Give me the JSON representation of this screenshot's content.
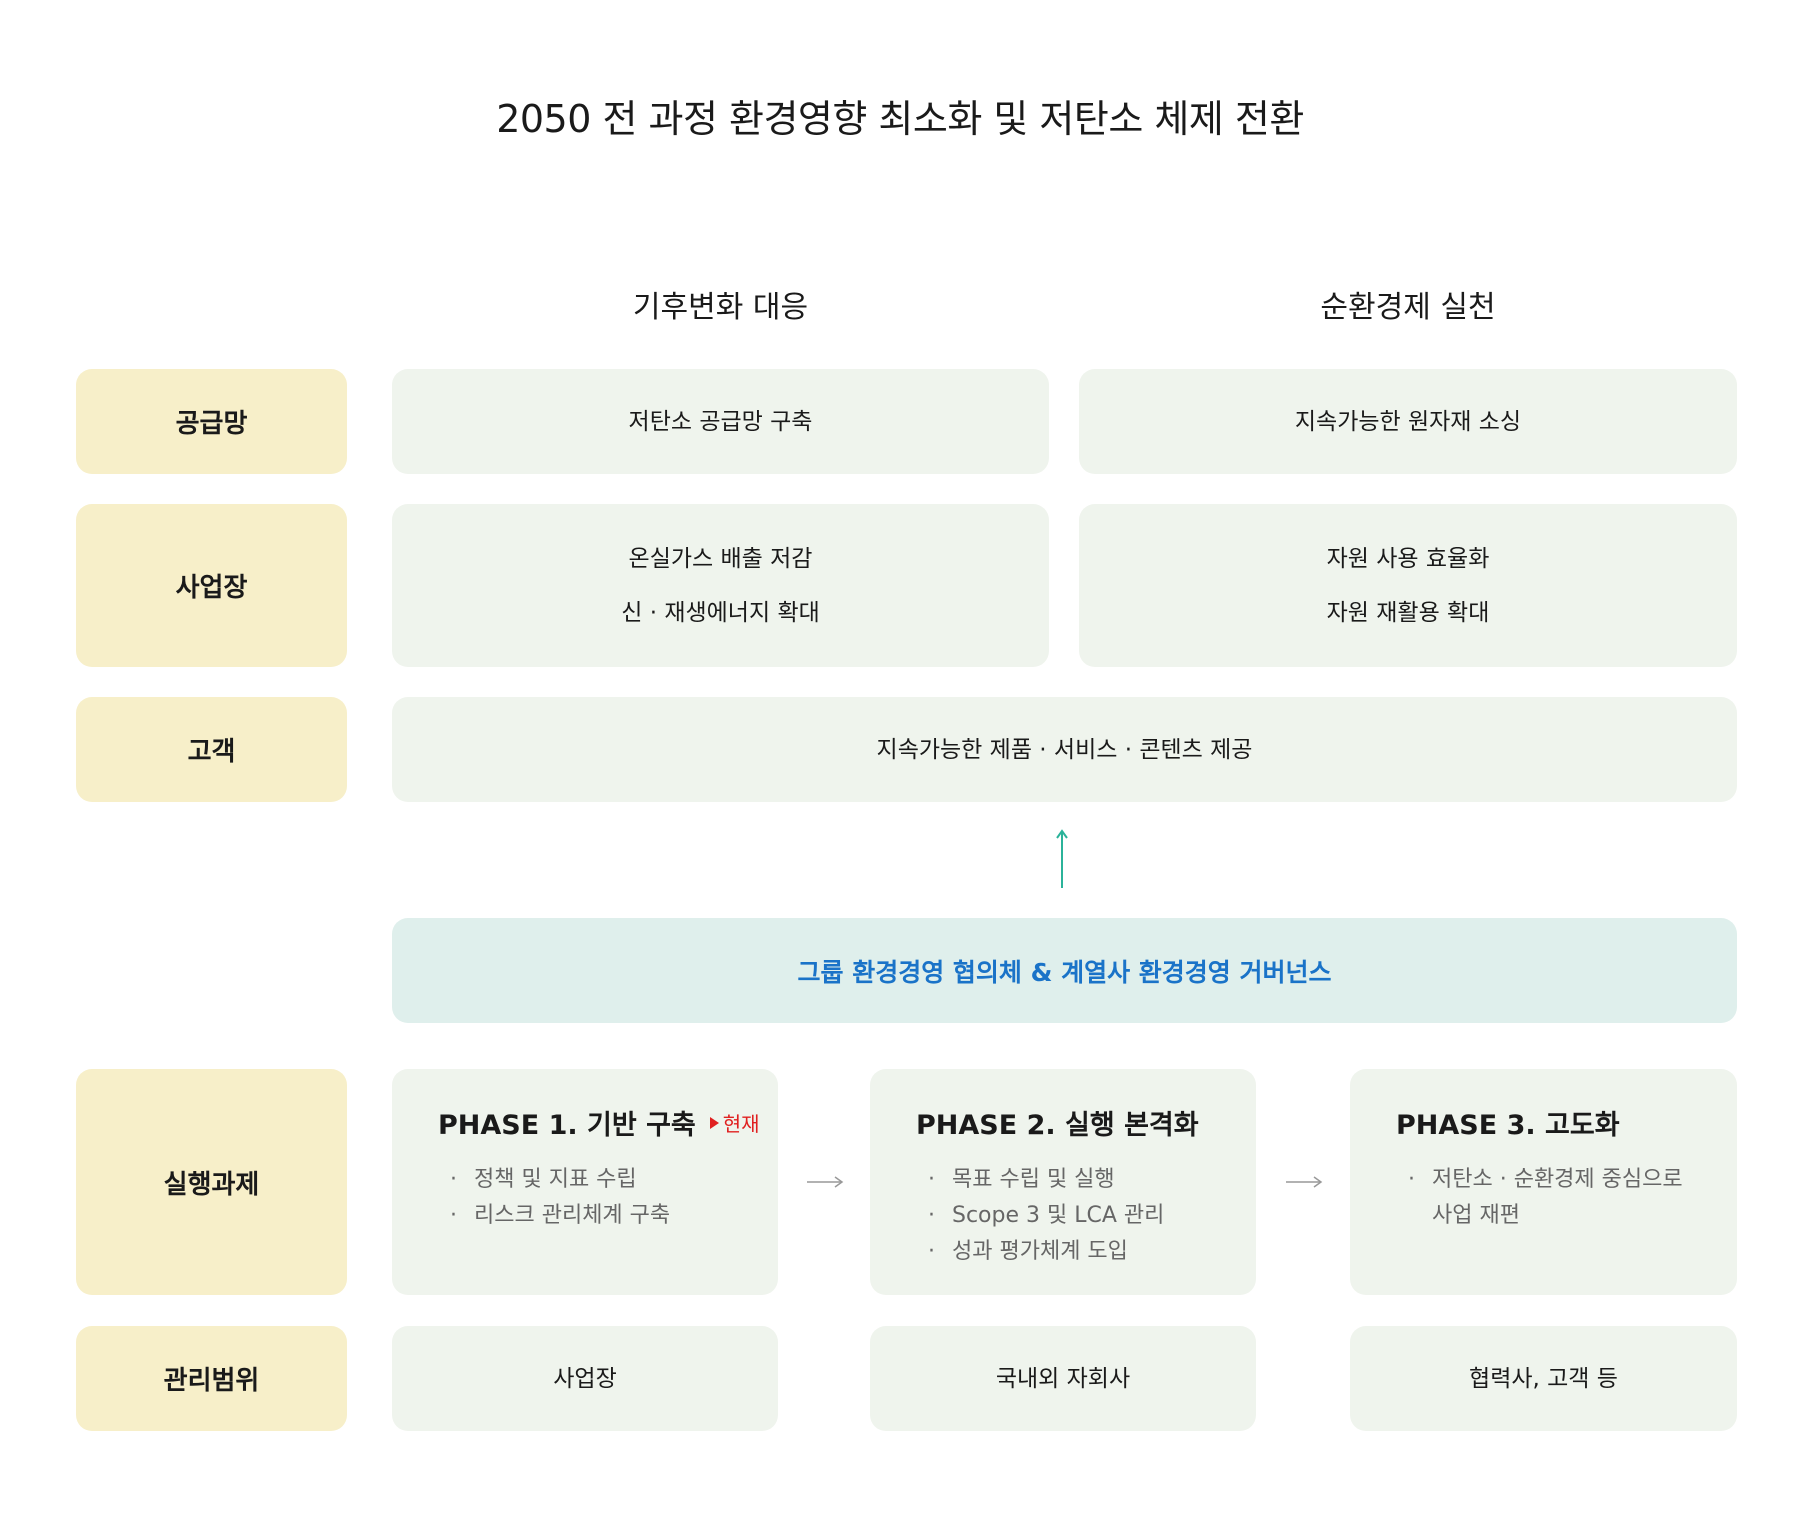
{
  "title": "2050 전 과정 환경영향 최소화 및 저탄소 체제 전환",
  "columns": {
    "left": "기후변화 대응",
    "right": "순환경제 실천"
  },
  "rows": {
    "supply": {
      "label": "공급망",
      "left": "저탄소 공급망 구축",
      "right": "지속가능한 원자재 소싱"
    },
    "site": {
      "label": "사업장",
      "left": [
        "온실가스 배출 저감",
        "신 · 재생에너지 확대"
      ],
      "right": [
        "자원 사용 효율화",
        "자원 재활용 확대"
      ]
    },
    "customer": {
      "label": "고객",
      "value": "지속가능한 제품 · 서비스 · 콘텐츠 제공"
    }
  },
  "governance": "그룹 환경경영 협의체 & 계열사 환경경영 거버넌스",
  "tasks": {
    "label": "실행과제",
    "phases": [
      {
        "title": "PHASE 1. 기반 구축",
        "tag": "현재",
        "items": [
          "정책 및 지표 수립",
          "리스크 관리체계 구축"
        ]
      },
      {
        "title": "PHASE 2. 실행 본격화",
        "items": [
          "목표 수립 및 실행",
          "Scope 3 및 LCA 관리",
          "성과 평가체계 도입"
        ]
      },
      {
        "title": "PHASE 3. 고도화",
        "items": [
          "저탄소 · 순환경제 중심으로",
          "사업 재편"
        ]
      }
    ]
  },
  "scope": {
    "label": "관리범위",
    "values": [
      "사업장",
      "국내외 자회사",
      "협력사, 고객 등"
    ]
  },
  "colors": {
    "label_bg": "#f7efc9",
    "cell_bg": "#eff4ed",
    "governance_bg": "#dfefec",
    "governance_text": "#1a73c8",
    "arrow_up": "#2bb39a",
    "current_tag": "#e02020"
  },
  "icons": {
    "flow_arrow": "arrow-up-icon",
    "phase_arrow": "arrow-right-icon",
    "current_marker": "triangle-right-icon"
  }
}
